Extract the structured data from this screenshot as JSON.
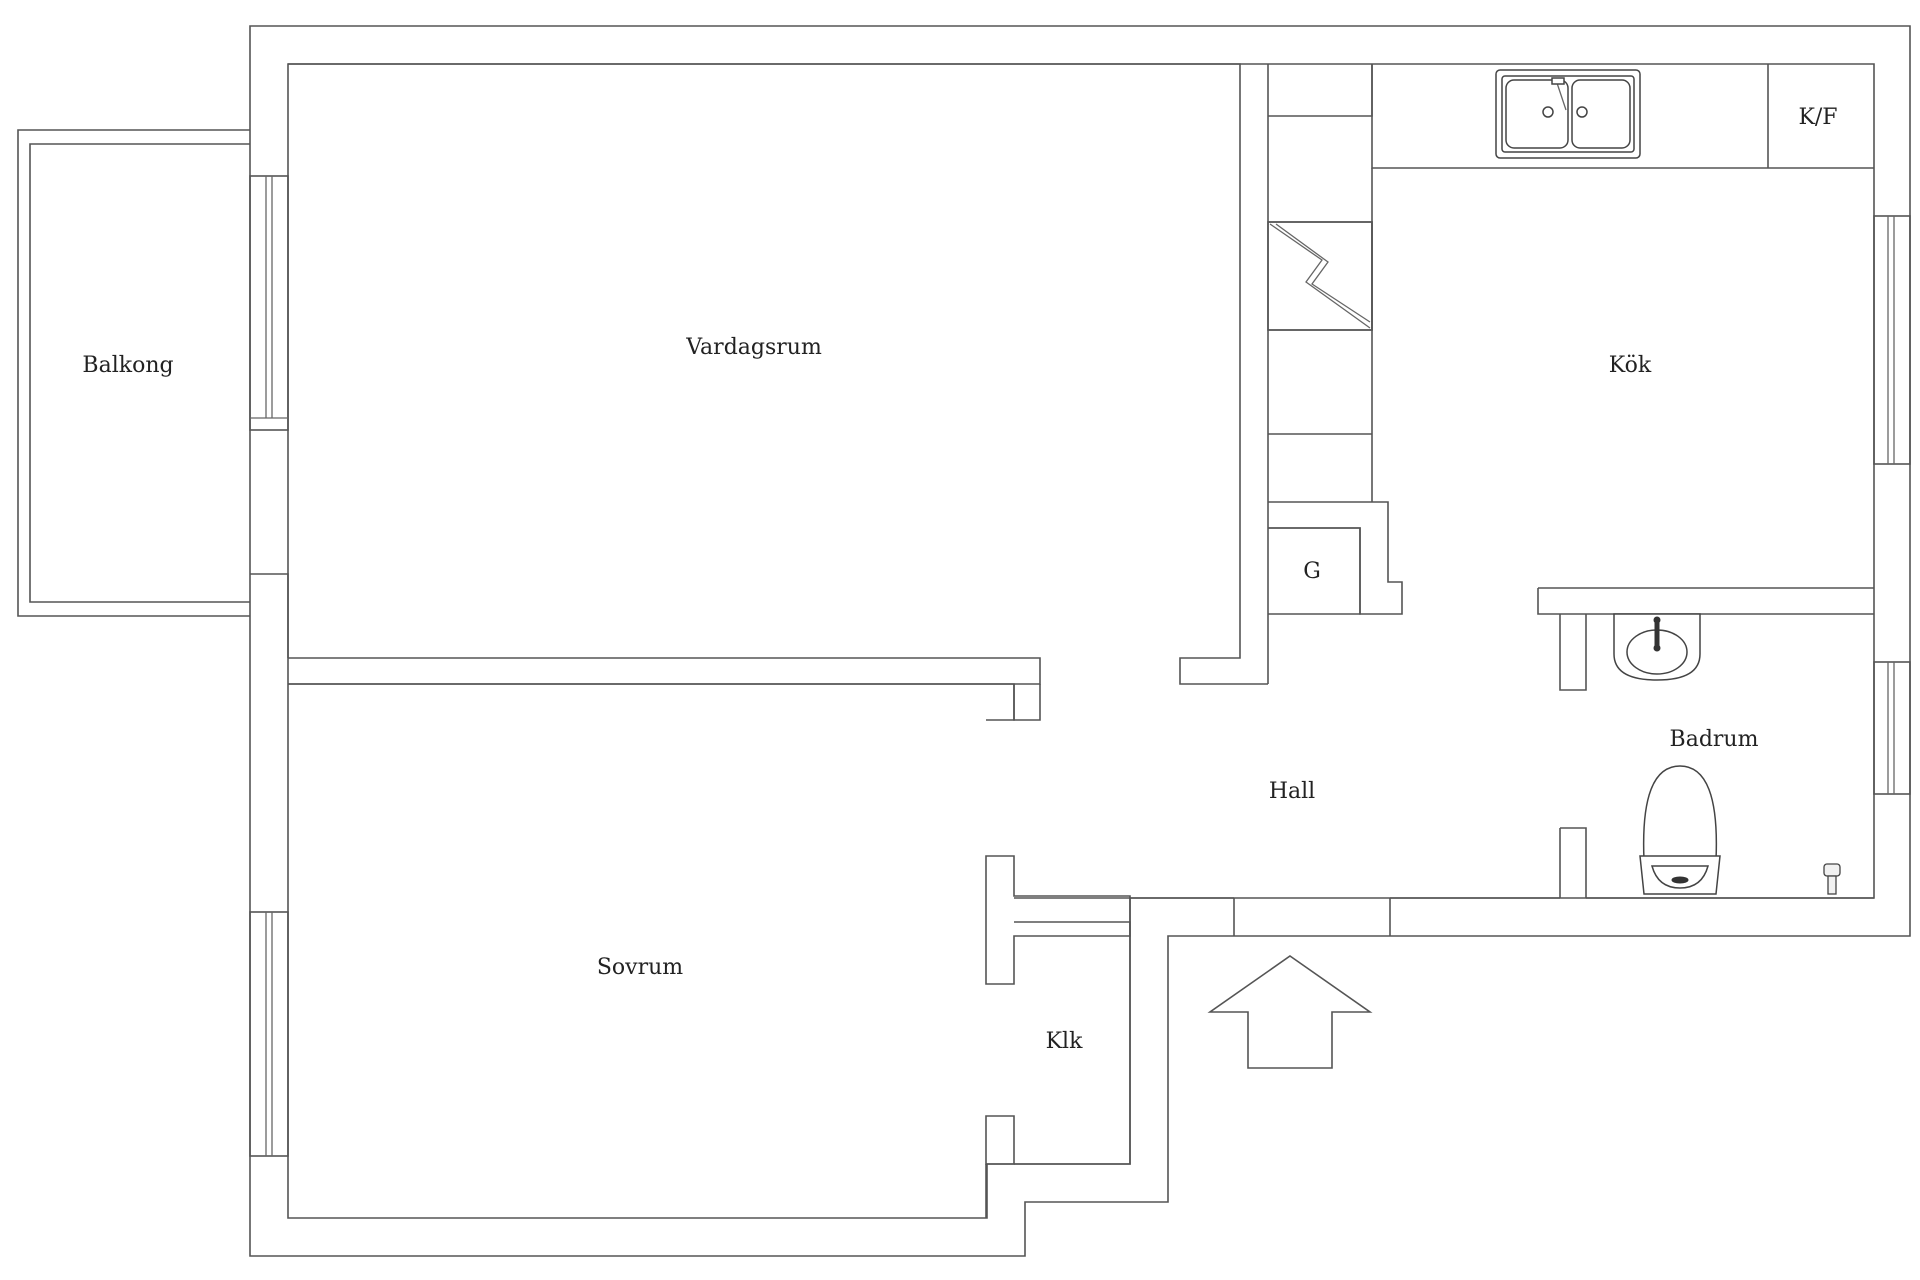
{
  "rooms": {
    "balkong": "Balkong",
    "vardagsrum": "Vardagsrum",
    "kok": "Kök",
    "hall": "Hall",
    "badrum": "Badrum",
    "sovrum": "Sovrum",
    "klk": "Klk"
  },
  "fixtures": {
    "fridge_freezer": "K/F",
    "g_cabinet": "G"
  },
  "icons": {
    "sink": "kitchen-sink-icon",
    "stove": "chimney-icon",
    "washbasin": "washbasin-icon",
    "toilet": "toilet-icon",
    "tap": "tap-icon",
    "entrance": "entrance-arrow-icon"
  },
  "colors": {
    "wall": "#555555",
    "text": "#222222",
    "background": "#ffffff"
  }
}
